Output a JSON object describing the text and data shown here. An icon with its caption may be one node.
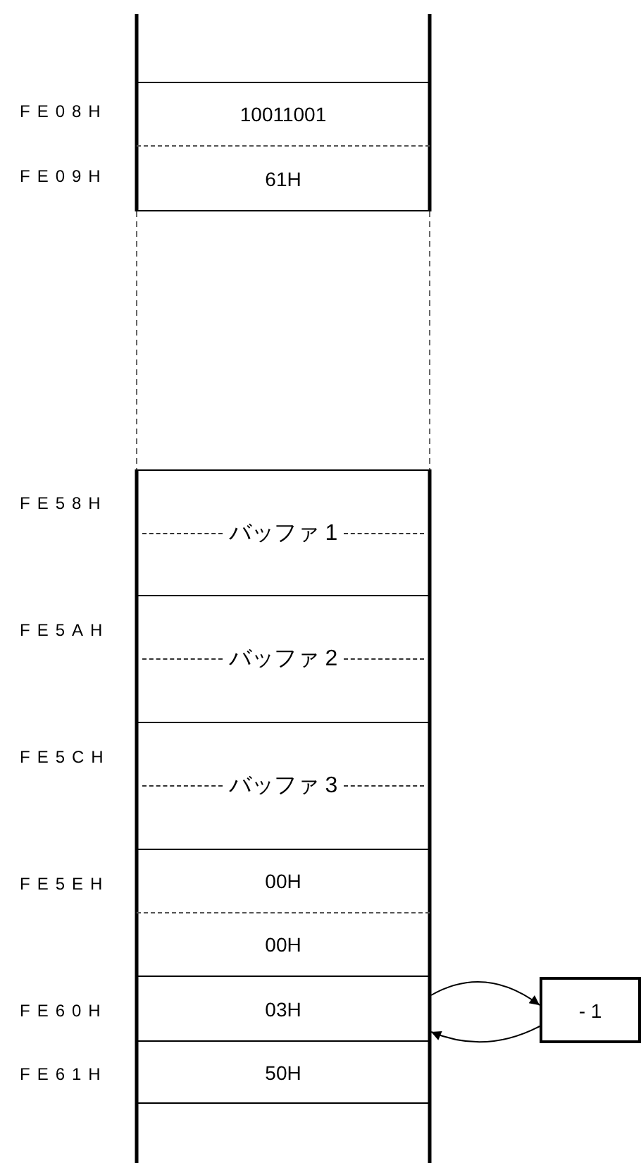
{
  "diagram": {
    "nodes": [
      {
        "text": [
          "10011001"
        ]
      },
      {
        "text": [
          "61H"
        ]
      },
      {
        "text": [
          "バッファ 1"
        ]
      },
      {
        "text": [
          "バッファ 2"
        ]
      },
      {
        "text": [
          "バッファ 3"
        ]
      },
      {
        "text": [
          "00H"
        ]
      },
      {
        "text": [
          "00H"
        ]
      },
      {
        "text": [
          "03H"
        ]
      },
      {
        "text": [
          "50H"
        ]
      },
      {
        "text": [
          "- 1"
        ]
      }
    ],
    "edges": [
      {
        "from": 7,
        "to": 9,
        "arrow": "to"
      },
      {
        "from": 9,
        "to": 7,
        "arrow": "to"
      }
    ],
    "labels": [
      "FE08H",
      "FE09H",
      "FE58H",
      "FE5AH",
      "FE5CH",
      "FE5EH",
      "FE60H",
      "FE61H"
    ]
  }
}
